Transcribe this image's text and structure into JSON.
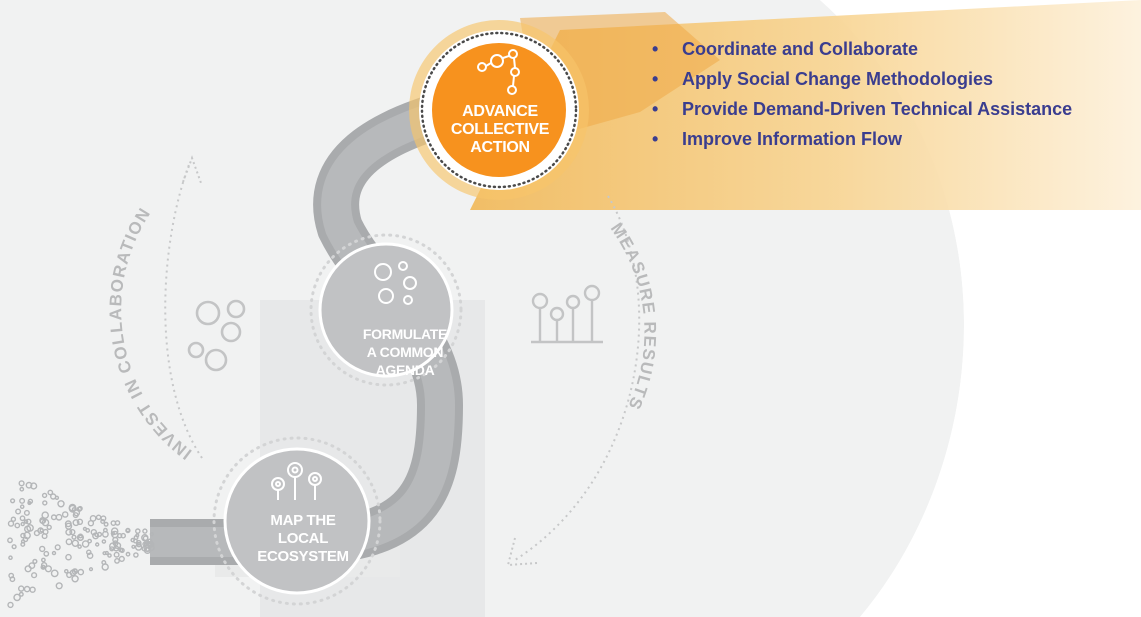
{
  "stages": {
    "advance": "ADVANCE\nCOLLECTIVE\nACTION",
    "formulate": "FORMULATE\nA COMMON\nAGENDA",
    "map": "MAP THE\nLOCAL\nECOSYSTEM"
  },
  "cycle": {
    "left_arc": "INVEST IN COLLABORATION",
    "right_arc": "MEASURE RESULTS"
  },
  "actions": [
    "Coordinate and Collaborate",
    "Apply Social Change Methodologies",
    "Provide Demand-Driven Technical Assistance",
    "Improve Information Flow"
  ],
  "bullet_char": "•",
  "colors": {
    "accent_orange": "#f7921e",
    "callout_gold": "#f4c36b",
    "bullet_text": "#3a3d8f",
    "path_gray": "#a7a9ab",
    "icon_gray": "#c3c4c5"
  },
  "icons": {
    "advance": "network-nodes-icon",
    "formulate": "connected-circles-icon",
    "map": "map-pins-icon",
    "collaboration": "linked-rings-icon",
    "results": "pin-graph-icon",
    "origin": "particle-dispersion-icon"
  }
}
